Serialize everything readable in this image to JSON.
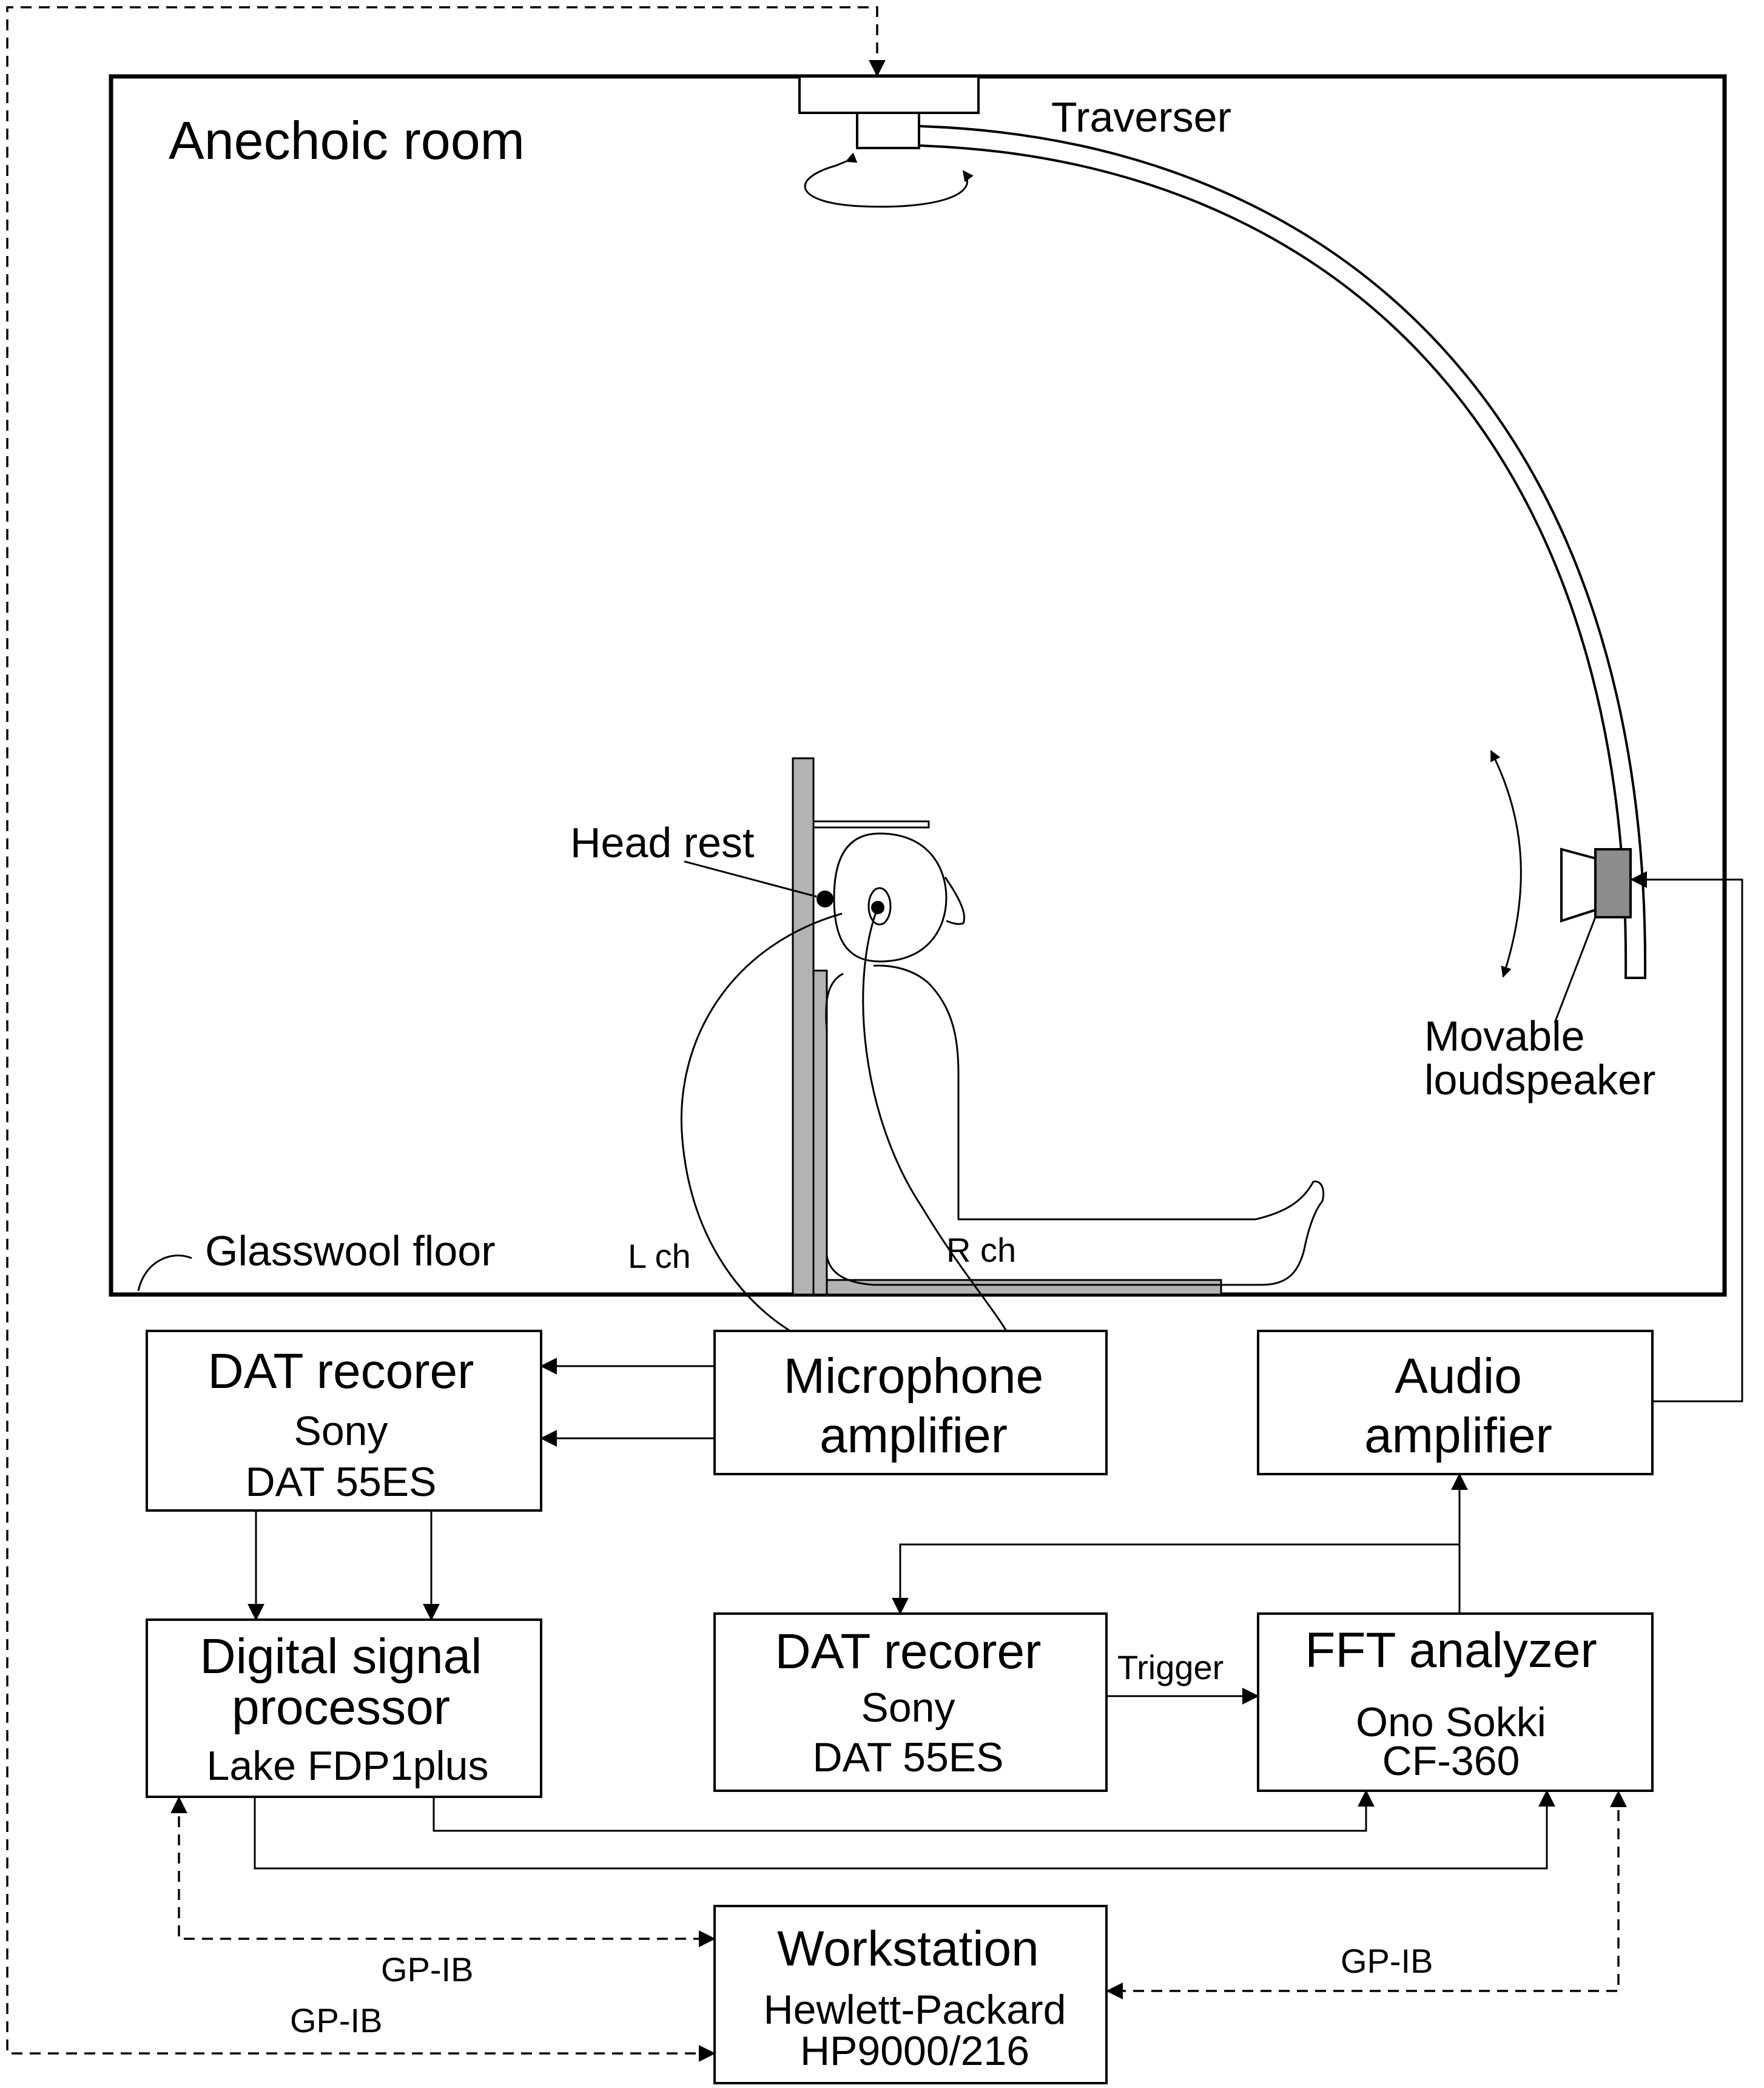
{
  "room": {
    "label": "Anechoic room",
    "traverser_label": "Traverser",
    "head_rest_label": "Head rest",
    "floor_label": "Glasswool floor",
    "left_channel_label": "L ch",
    "right_channel_label": "R ch",
    "loudspeaker_label": [
      "Movable",
      "loudspeaker"
    ]
  },
  "blocks": {
    "dat_recorder_1": {
      "title": "DAT recorer",
      "maker": "Sony",
      "model": "DAT 55ES"
    },
    "mic_amplifier": {
      "lines": [
        "Microphone",
        "amplifier"
      ]
    },
    "audio_amplifier": {
      "lines": [
        "Audio",
        "amplifier"
      ]
    },
    "dsp": {
      "lines": [
        "Digital signal",
        "processor"
      ],
      "model": "Lake FDP1plus"
    },
    "dat_recorder_2": {
      "title": "DAT recorer",
      "maker": "Sony",
      "model": "DAT 55ES"
    },
    "fft_analyzer": {
      "title": "FFT analyzer",
      "maker": "Ono Sokki",
      "model": "CF-360"
    },
    "workstation": {
      "title": "Workstation",
      "maker": "Hewlett-Packard",
      "model": "HP9000/216"
    }
  },
  "connections": {
    "trigger_label": "Trigger",
    "gpib_dsp_label": "GP-IB",
    "gpib_traverser_label": "GP-IB",
    "gpib_fft_label": "GP-IB"
  },
  "colors": {
    "line": "#000000",
    "background": "#ffffff",
    "stand_fill": "#b3b3b3",
    "speaker_fill": "#8c8c8c"
  }
}
